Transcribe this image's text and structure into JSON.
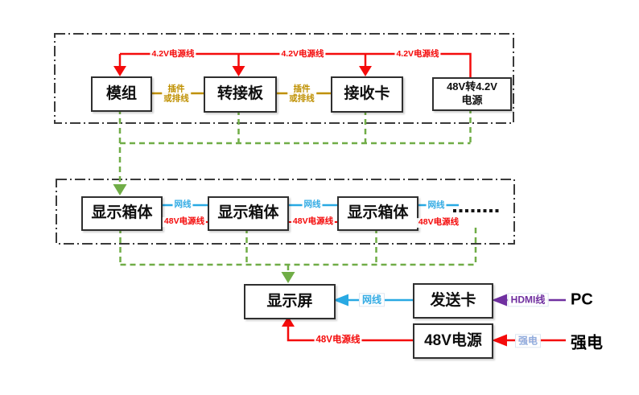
{
  "colors": {
    "power_red": "#f40b0b",
    "expansion_green": "#70ad47",
    "net_blue": "#29a9e3",
    "hdmi_purple": "#7030a0",
    "connector_gold": "#bf9000",
    "mains_chip_blue": "#8faadc",
    "group_border": "#3a3a3a",
    "box_border": "#2f2f2f"
  },
  "top_section": {
    "boxes": [
      {
        "label": "模组"
      },
      {
        "label": "转接板"
      },
      {
        "label": "接收卡"
      }
    ],
    "psu_line1": "48V转4.2V",
    "psu_line2": "电源",
    "power_line_label": "4.2V电源线",
    "connector_line1": "插件",
    "connector_line2": "或排线"
  },
  "middle_section": {
    "cabinet_label": "显示箱体",
    "net_label": "网线",
    "power_label": "48V电源线"
  },
  "bottom_section": {
    "screen_label": "显示屏",
    "sender_label": "发送卡",
    "psu_label": "48V电源",
    "net_label": "网线",
    "hdmi_label": "HDMI线",
    "power_line_label": "48V电源线",
    "mains_line_label": "强电",
    "pc_label": "PC",
    "mains_label": "强电"
  }
}
